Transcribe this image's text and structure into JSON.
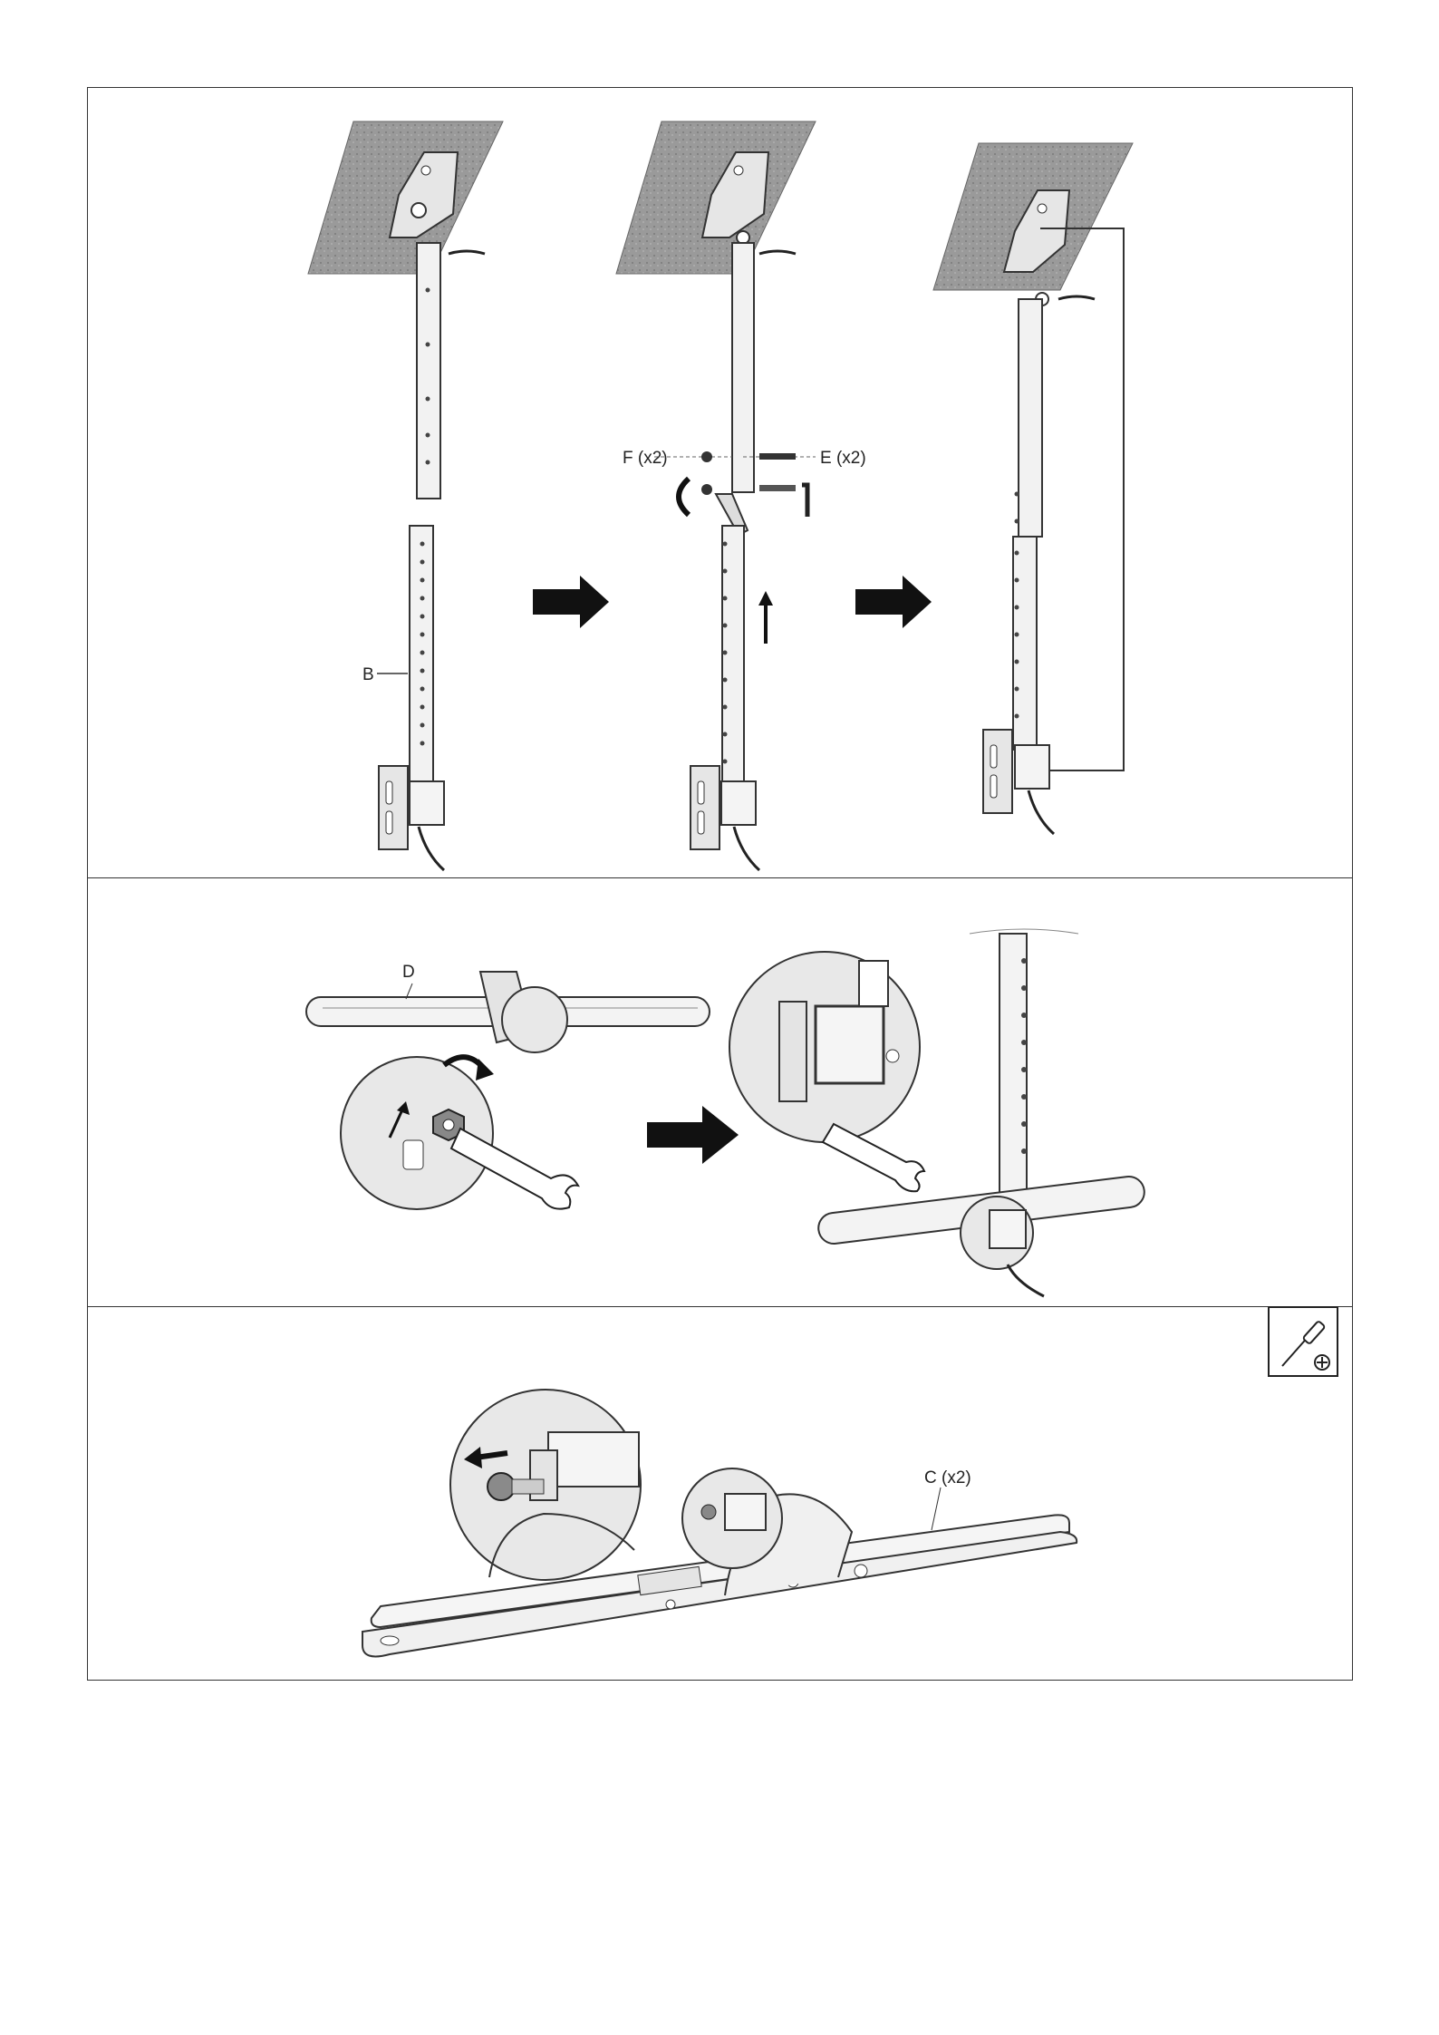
{
  "labels": {
    "part_b": "B",
    "part_f": "F (x2)",
    "part_e": "E (x2)",
    "part_d": "D",
    "part_c": "C (x2)"
  },
  "icons": {
    "tool": "phillips-screwdriver-icon"
  },
  "colors": {
    "line": "#333333",
    "ceiling": "#8f8f8f",
    "magnifier": "#e8e8e8",
    "arrow": "#111111"
  }
}
